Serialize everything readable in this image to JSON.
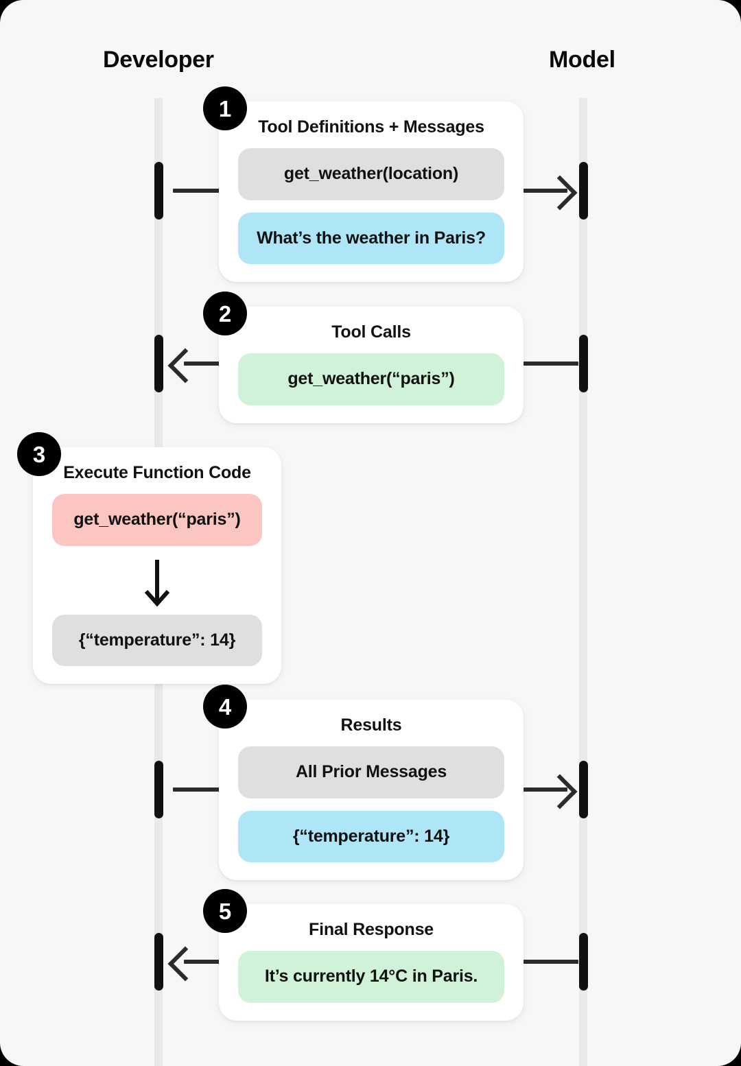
{
  "lanes": {
    "developer_label": "Developer",
    "model_label": "Model"
  },
  "colors": {
    "background": "#F7F7F7",
    "lane_line": "#E9E9E9",
    "badge": "#000000",
    "card": "#FFFFFF",
    "chip_gray": "#DFDFDF",
    "chip_blue": "#AEE6F8",
    "chip_green": "#D0F2D8",
    "chip_pink": "#FBC6C2",
    "connector": "#2B2B2B"
  },
  "steps": [
    {
      "number": "1",
      "title": "Tool Definitions + Messages",
      "direction": "developer-to-model",
      "chips": [
        {
          "text": "get_weather(location)",
          "color": "gray"
        },
        {
          "text": "What’s the weather in Paris?",
          "color": "blue"
        }
      ]
    },
    {
      "number": "2",
      "title": "Tool Calls",
      "direction": "model-to-developer",
      "chips": [
        {
          "text": "get_weather(“paris”)",
          "color": "green"
        }
      ]
    },
    {
      "number": "3",
      "title": "Execute Function Code",
      "direction": "developer-local",
      "chips": [
        {
          "text": "get_weather(“paris”)",
          "color": "pink"
        },
        {
          "text": "{“temperature”: 14}",
          "color": "gray"
        }
      ],
      "arrow_icon": "down-arrow-icon"
    },
    {
      "number": "4",
      "title": "Results",
      "direction": "developer-to-model",
      "chips": [
        {
          "text": "All Prior Messages",
          "color": "gray"
        },
        {
          "text": "{“temperature”: 14}",
          "color": "blue"
        }
      ]
    },
    {
      "number": "5",
      "title": "Final Response",
      "direction": "model-to-developer",
      "chips": [
        {
          "text": "It’s currently 14°C in Paris.",
          "color": "green"
        }
      ]
    }
  ]
}
